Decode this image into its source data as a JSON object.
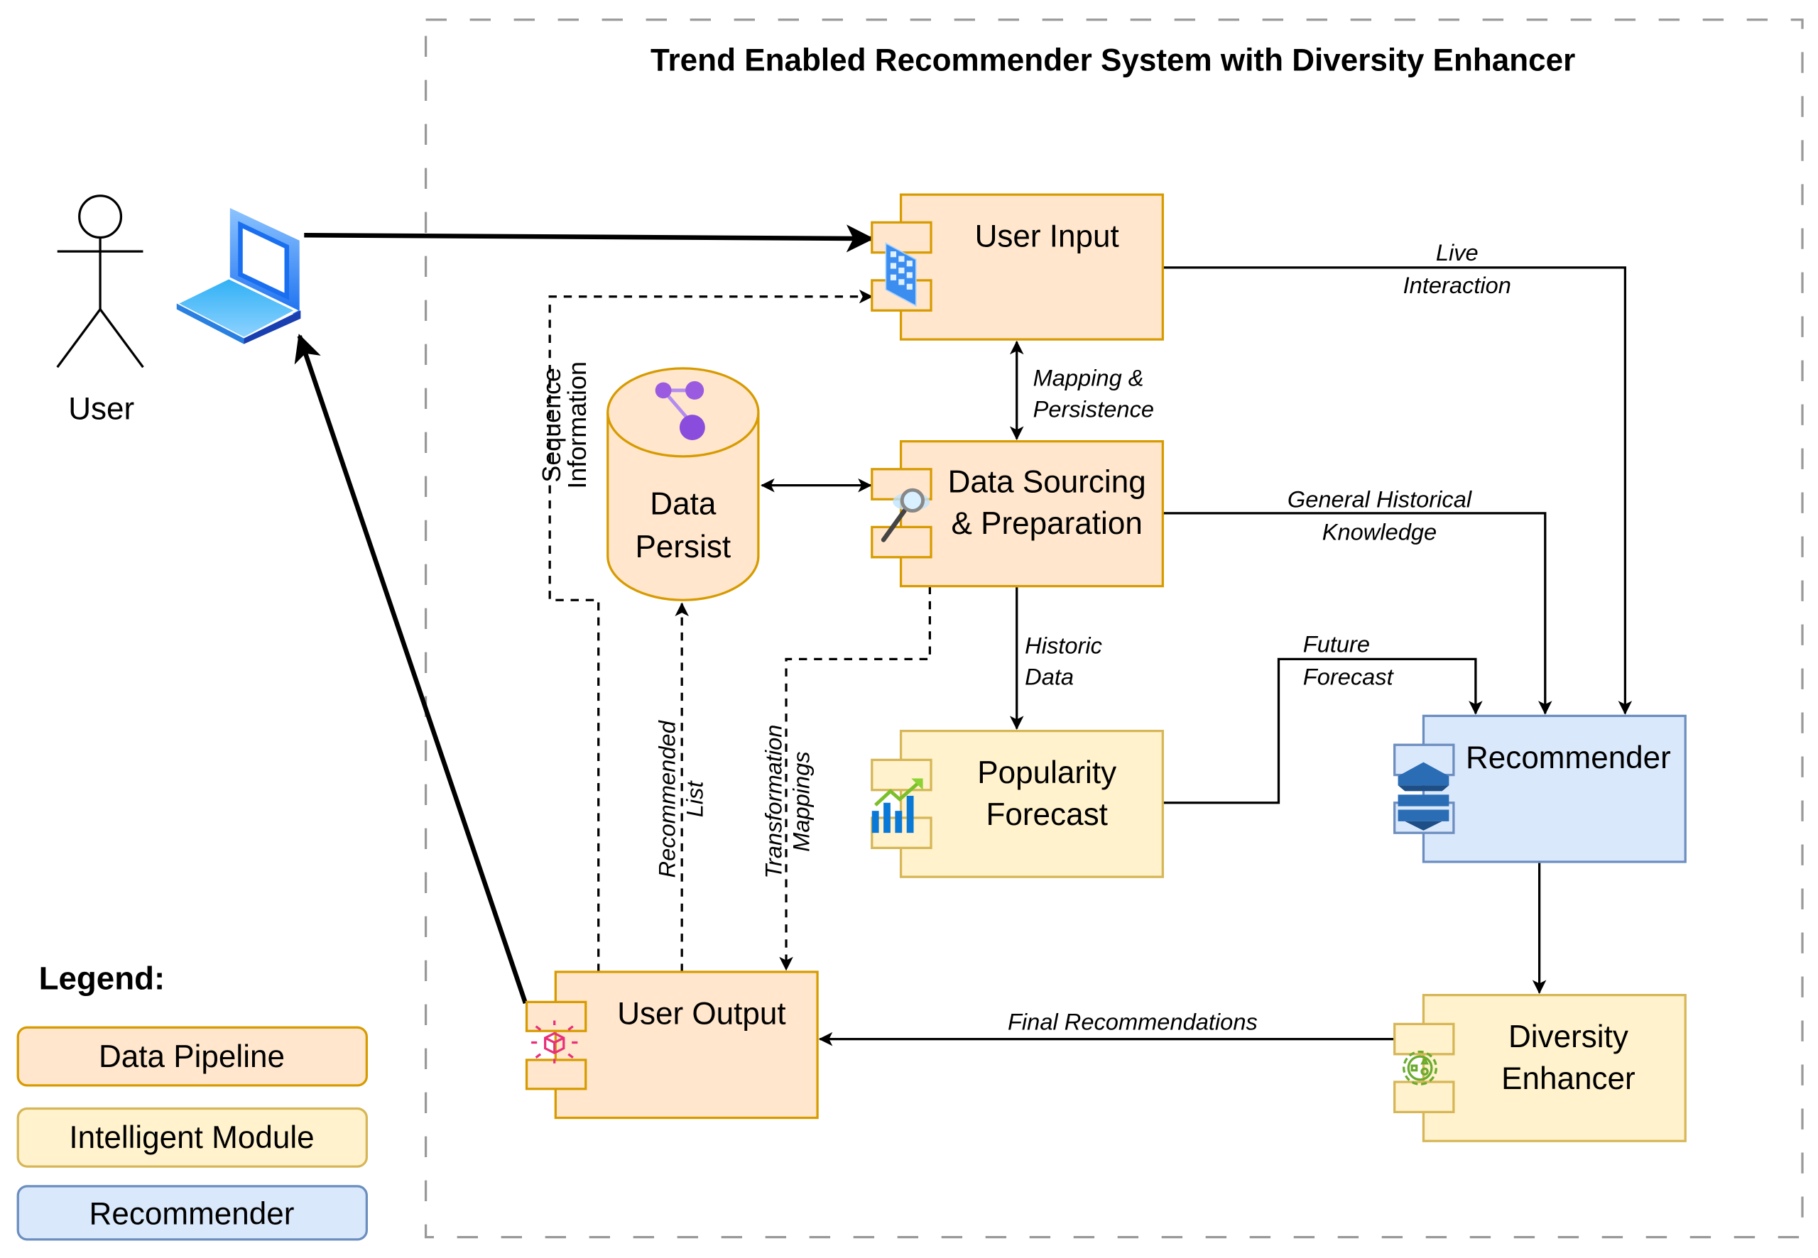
{
  "title": "Trend Enabled Recommender System with Diversity Enhancer",
  "colors": {
    "data_pipeline_fill": "#FFE6CC",
    "data_pipeline_stroke": "#D79B00",
    "intelligent_fill": "#FFF2CC",
    "intelligent_stroke": "#D6B656",
    "recommender_fill": "#DAE8FC",
    "recommender_stroke": "#6C8EBF",
    "boundary_stroke": "#999999"
  },
  "actor": {
    "label": "User",
    "icon": "stick-figure-icon"
  },
  "device": {
    "icon": "laptop-icon"
  },
  "nodes": {
    "user_input": {
      "label": "User Input",
      "category": "Data Pipeline",
      "icon": "user-grid-icon"
    },
    "data_persist": {
      "line1": "Data",
      "line2": "Persist",
      "category": "Data Pipeline",
      "icon": "graph-nodes-icon"
    },
    "data_sourcing": {
      "line1": "Data Sourcing",
      "line2": "& Preparation",
      "category": "Data Pipeline",
      "icon": "magnifier-icon"
    },
    "popularity_forecast": {
      "line1": "Popularity",
      "line2": "Forecast",
      "category": "Intelligent Module",
      "icon": "trend-chart-icon"
    },
    "recommender": {
      "label": "Recommender",
      "category": "Recommender",
      "icon": "stacked-blocks-icon"
    },
    "diversity_enhancer": {
      "line1": "Diversity",
      "line2": "Enhancer",
      "category": "Intelligent Module",
      "icon": "gear-shapes-icon"
    },
    "user_output": {
      "label": "User Output",
      "category": "Data Pipeline",
      "icon": "glowing-cube-icon"
    }
  },
  "edges": {
    "live_interaction": {
      "line1": "Live",
      "line2": "Interaction"
    },
    "mapping_persistence": {
      "line1": "Mapping &",
      "line2": "Persistence"
    },
    "general_historical": {
      "line1": "General Historical",
      "line2": "Knowledge"
    },
    "historic_data": {
      "line1": "Historic",
      "line2": "Data"
    },
    "future_forecast": {
      "line1": "Future",
      "line2": "Forecast"
    },
    "final_recommendations": {
      "label": "Final Recommendations"
    },
    "sequence_information": {
      "line1": "Sequence",
      "line2": "Information"
    },
    "recommended_list": {
      "line1": "Recommended",
      "line2": "List"
    },
    "transformation_mappings": {
      "line1": "Transformation",
      "line2": "Mappings"
    }
  },
  "legend": {
    "title": "Legend:",
    "items": [
      {
        "label": "Data Pipeline"
      },
      {
        "label": "Intelligent Module"
      },
      {
        "label": "Recommender"
      }
    ]
  }
}
